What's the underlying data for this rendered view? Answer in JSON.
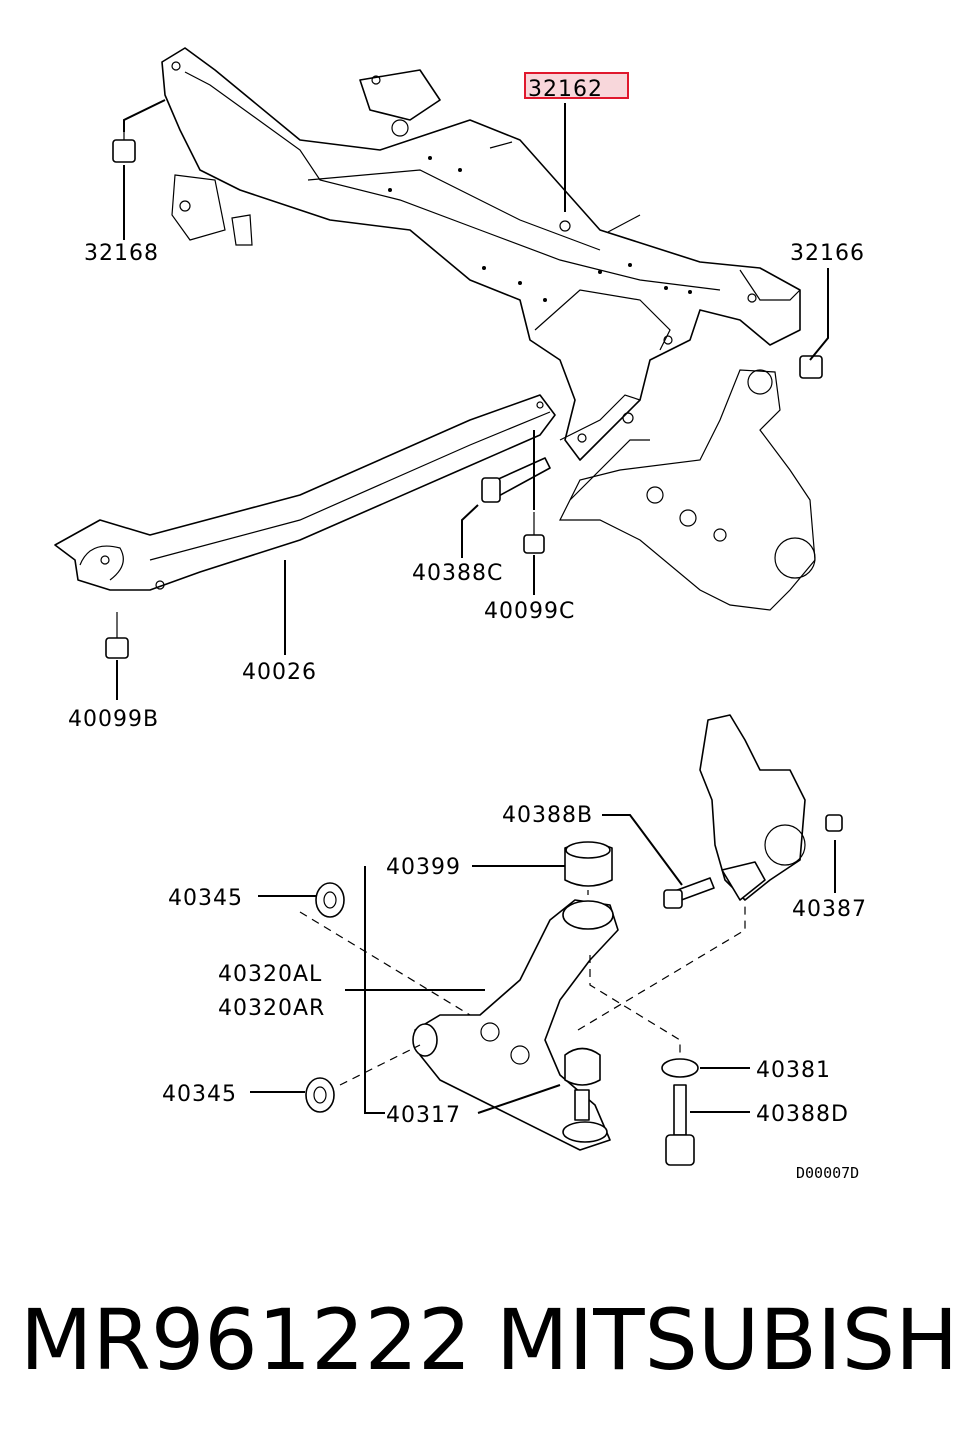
{
  "diagram": {
    "highlighted_part": "32162",
    "labels": {
      "p32162": "32162",
      "p32168": "32168",
      "p32166": "32166",
      "p40388C": "40388C",
      "p40099C": "40099C",
      "p40026": "40026",
      "p40099B": "40099B",
      "p40388B": "40388B",
      "p40399": "40399",
      "p40345a": "40345",
      "p40387": "40387",
      "p40320AL": "40320AL",
      "p40320AR": "40320AR",
      "p40381": "40381",
      "p40345b": "40345",
      "p40317": "40317",
      "p40388D": "40388D"
    },
    "drawing_code": "D00007D"
  },
  "footer": {
    "part_number": "MR961222",
    "brand": "MITSUBISHI"
  },
  "colors": {
    "highlight_fill": "#f8d7db",
    "highlight_stroke": "#e0182d",
    "ink": "#000000"
  }
}
